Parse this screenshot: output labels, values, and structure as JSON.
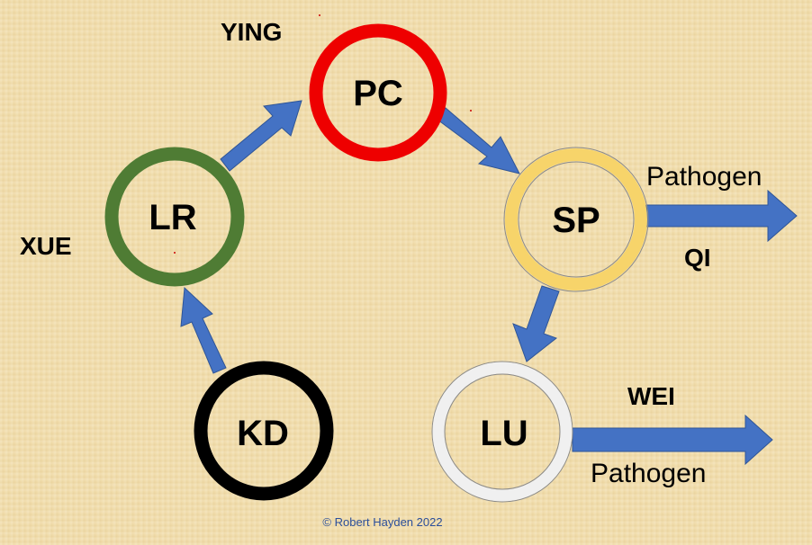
{
  "nodes": {
    "pc": {
      "label": "PC",
      "ring_color": "#ee0000"
    },
    "sp": {
      "label": "SP",
      "ring_color": "#f7d46a"
    },
    "lr": {
      "label": "LR",
      "ring_color": "#4f7c34"
    },
    "lu": {
      "label": "LU",
      "ring_color": "#f0f0f0"
    },
    "kd": {
      "label": "KD",
      "ring_color": "#000000"
    }
  },
  "labels": {
    "ying": "YING",
    "xue": "XUE",
    "qi": "QI",
    "wei": "WEI",
    "pathogen_top": "Pathogen",
    "pathogen_bottom": "Pathogen"
  },
  "arrow_color": "#4472c4",
  "copyright": "© Robert Hayden 2022"
}
